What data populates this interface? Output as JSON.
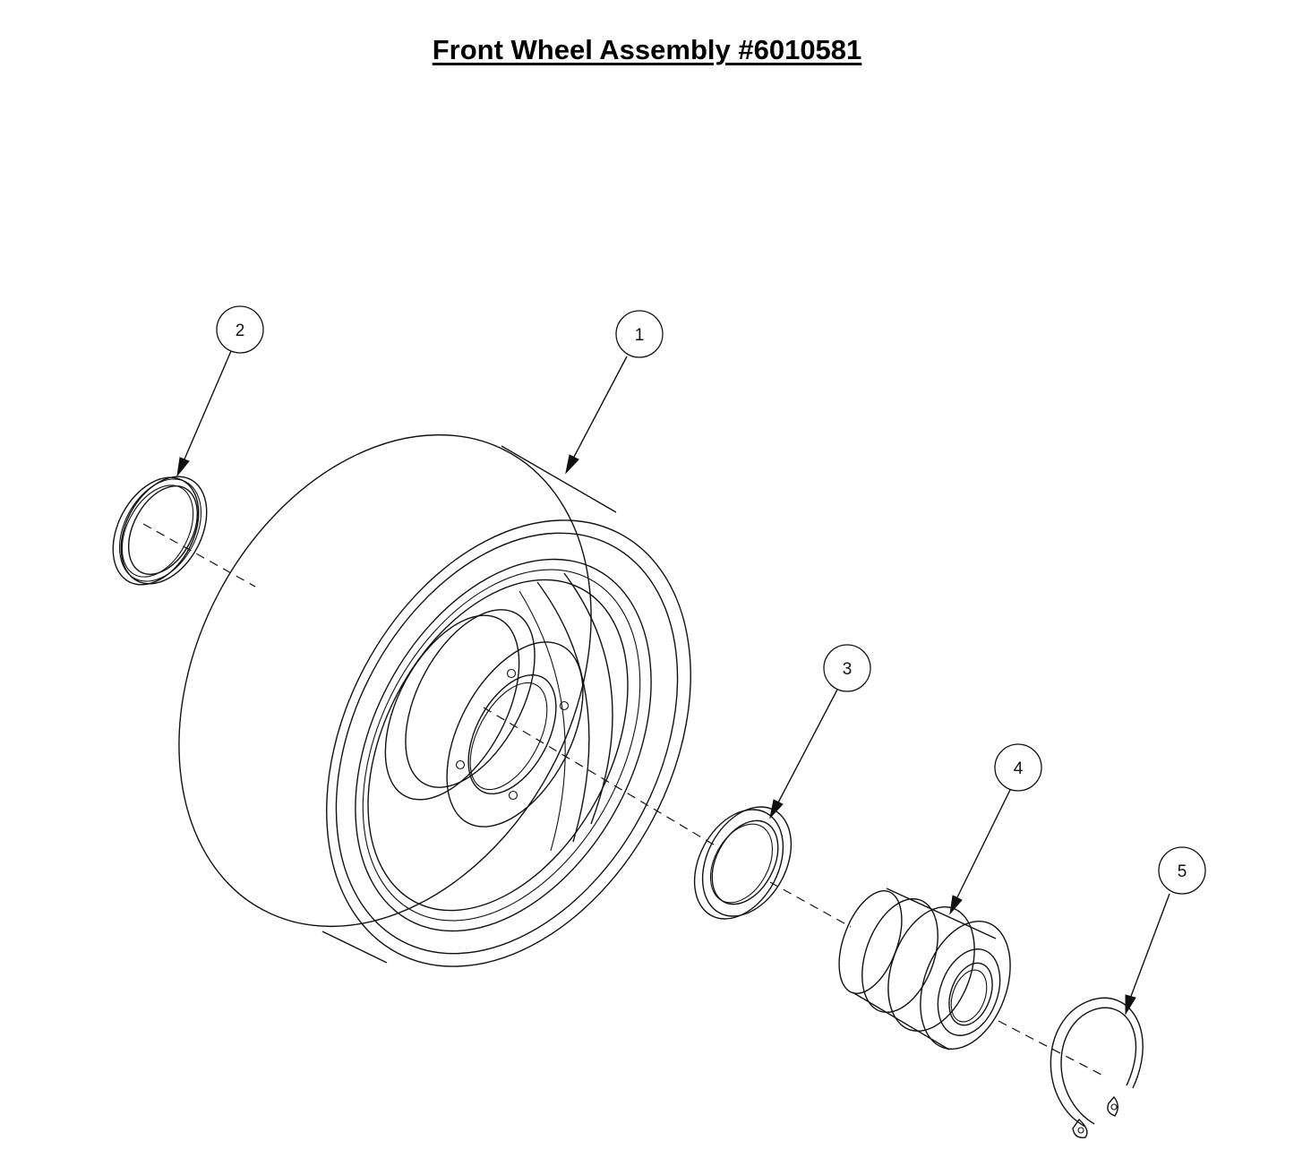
{
  "title": "Front Wheel Assembly #6010581",
  "callouts": [
    {
      "id": "1",
      "label": "1"
    },
    {
      "id": "2",
      "label": "2"
    },
    {
      "id": "3",
      "label": "3"
    },
    {
      "id": "4",
      "label": "4"
    },
    {
      "id": "5",
      "label": "5"
    }
  ]
}
